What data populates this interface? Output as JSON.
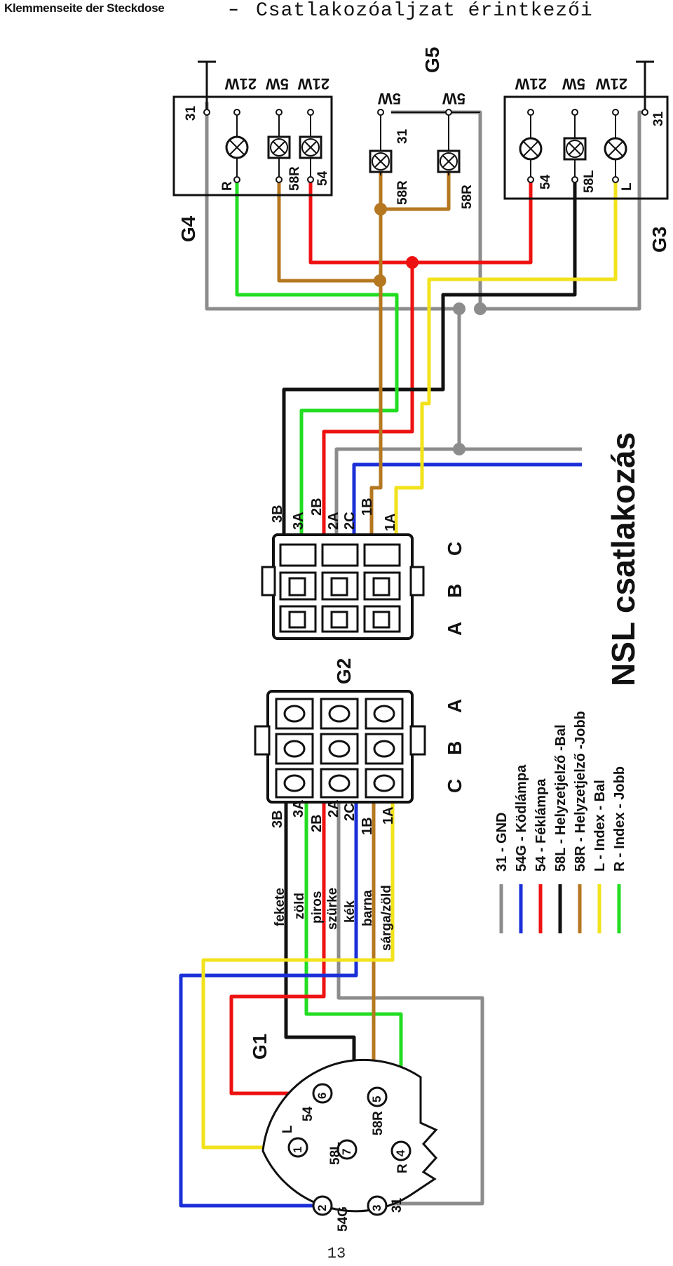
{
  "header": {
    "german": "Klemmenseite der Steckdose",
    "dash": "–",
    "hungarian": "Csatlakozóaljzat érintkezői"
  },
  "page_number": "13",
  "colors": {
    "gray": "#8c8c8c",
    "blue": "#1a2fd8",
    "red": "#ee1111",
    "black": "#111111",
    "brown": "#b5771f",
    "yellow": "#f2e21b",
    "green": "#22dd22"
  },
  "diagram": {
    "title": "NSL csatlakozás",
    "groups": {
      "g1": "G1",
      "g2": "G2",
      "g3": "G3",
      "g4": "G4",
      "g5": "G5"
    },
    "g4_lamps": [
      "21W",
      "5W",
      "21W"
    ],
    "g4_pins": {
      "gnd": "31",
      "r": "R",
      "p58r": "58R",
      "p54": "54"
    },
    "g3_lamps": [
      "21W",
      "5W",
      "21W"
    ],
    "g3_pins": {
      "gnd": "31",
      "p54": "54",
      "p58l": "58L",
      "l": "L"
    },
    "g5_lamps": [
      "5W",
      "5W"
    ],
    "g5_pins": {
      "gnd": "31",
      "p58r_a": "58R",
      "p58r_b": "58R"
    },
    "connector_pins": [
      "3B",
      "3A",
      "2B",
      "2A",
      "2C",
      "1B",
      "1A"
    ],
    "connector_rows": [
      "C",
      "B",
      "A"
    ],
    "wire_names": [
      "fekete",
      "zöld",
      "piros",
      "szürke",
      "kék",
      "barna",
      "sárga/zöld"
    ],
    "socket_pins": [
      {
        "num": "1",
        "label": "L"
      },
      {
        "num": "2",
        "label": "54G"
      },
      {
        "num": "3",
        "label": "31"
      },
      {
        "num": "4",
        "label": "R"
      },
      {
        "num": "5",
        "label": "58R"
      },
      {
        "num": "6",
        "label": "54"
      },
      {
        "num": "7",
        "label": "58L"
      }
    ],
    "legend": [
      {
        "code": "31",
        "sep": "-",
        "desc": "GND",
        "color": "gray"
      },
      {
        "code": "54G",
        "sep": "-",
        "desc": "Ködlámpa",
        "color": "blue"
      },
      {
        "code": "54",
        "sep": "-",
        "desc": "Féklámpa",
        "color": "red"
      },
      {
        "code": "58L",
        "sep": "-",
        "desc": "Helyzetjelző -Bal",
        "color": "black"
      },
      {
        "code": "58R",
        "sep": "-",
        "desc": "Helyzetjelző -Jobb",
        "color": "brown"
      },
      {
        "code": "L",
        "sep": "-",
        "desc": "Index - Bal",
        "color": "yellow"
      },
      {
        "code": "R",
        "sep": "-",
        "desc": "Index - Jobb",
        "color": "green"
      }
    ]
  }
}
